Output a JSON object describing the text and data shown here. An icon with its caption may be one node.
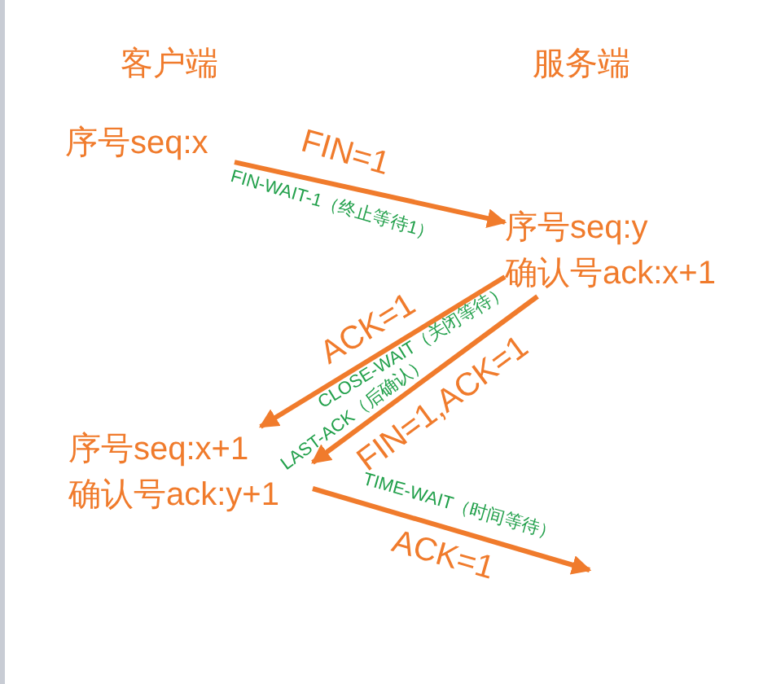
{
  "diagram": {
    "nodes": [
      {
        "text": [
          "序号seq:x"
        ]
      },
      {
        "text": [
          "序号seq:y",
          "确认号ack:x+1"
        ]
      },
      {
        "text": [
          "序号seq:x+1",
          "确认号ack:y+1"
        ]
      }
    ],
    "edges": [
      {
        "from": 0,
        "to": 1,
        "arrow": "to",
        "label": "FIN=1"
      },
      {
        "from": 1,
        "to": 2,
        "arrow": "to",
        "label": "ACK=1"
      },
      {
        "from": 1,
        "to": 2,
        "arrow": "to",
        "label": "FIN=1,ACK=1"
      },
      {
        "from": 2,
        "to": null,
        "arrow": "to",
        "label": "ACK=1"
      }
    ],
    "labels": [
      "客户端",
      "服务端",
      "FIN-WAIT-1（终止等待1）",
      "CLOSE-WAIT（关闭等待）",
      "LAST-ACK（后确认）",
      "TIME-WAIT（时间等待）"
    ]
  }
}
